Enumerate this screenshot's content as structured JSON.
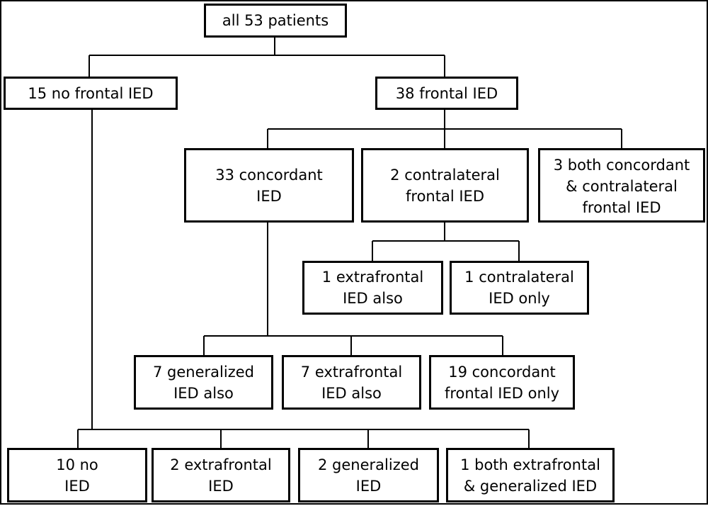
{
  "root": "all 53 patients",
  "no_frontal": {
    "label": "15 no frontal IED",
    "children": [
      "10 no\nIED",
      "2 extrafrontal\nIED",
      "2 generalized\nIED",
      "1 both extrafrontal\n& generalized IED"
    ]
  },
  "frontal": {
    "label": "38 frontal IED",
    "concordant": {
      "label": "33 concordant\nIED",
      "children": [
        "7 generalized\nIED also",
        "7 extrafrontal\nIED also",
        "19 concordant\nfrontal IED only"
      ]
    },
    "contralateral": {
      "label": "2 contralateral\nfrontal IED",
      "children": [
        "1 extrafrontal\nIED also",
        "1 contralateral\nIED only"
      ]
    },
    "both": "3 both concordant\n& contralateral\nfrontal IED"
  }
}
